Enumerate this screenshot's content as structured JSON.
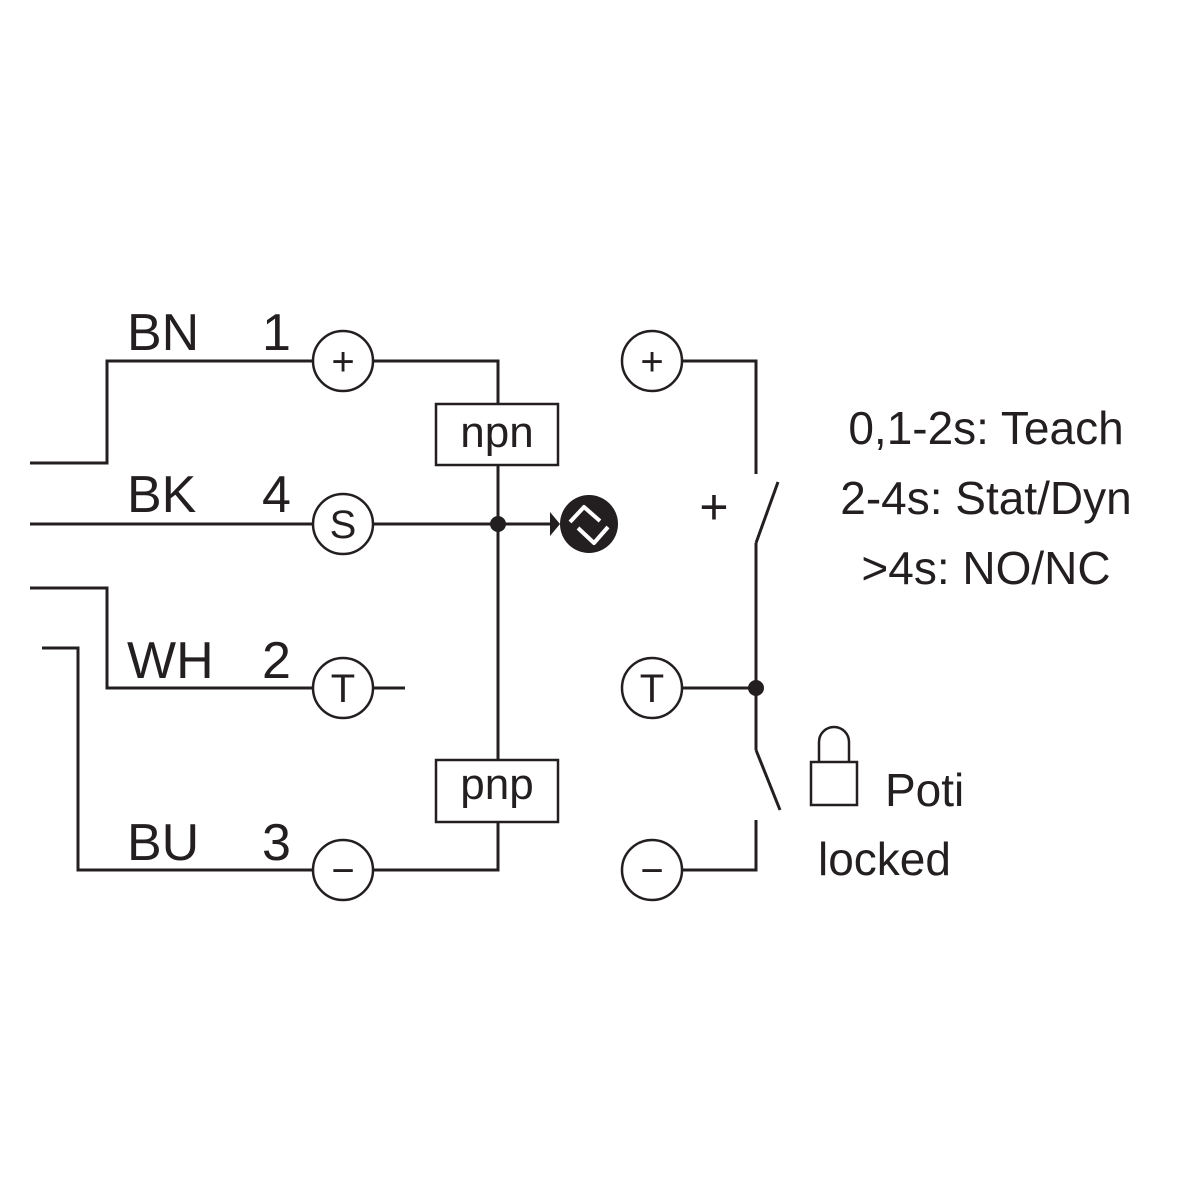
{
  "wires": [
    {
      "color": "BN",
      "pin": "1",
      "terminal": "+"
    },
    {
      "color": "BK",
      "pin": "4",
      "terminal": "S"
    },
    {
      "color": "WH",
      "pin": "2",
      "terminal": "T"
    },
    {
      "color": "BU",
      "pin": "3",
      "terminal": "−"
    }
  ],
  "output_types": {
    "npn": "npn",
    "pnp": "pnp"
  },
  "right_terminals": {
    "plus": "+",
    "teach": "T",
    "minus": "−"
  },
  "switch_plus_label": "+",
  "teach_modes": [
    "0,1-2s: Teach",
    "2-4s: Stat/Dyn",
    ">4s: NO/NC"
  ],
  "poti_lines": [
    "Poti",
    "locked"
  ],
  "colors": {
    "line": "#231f20",
    "background": "#ffffff"
  },
  "icons": {
    "sensor": "sensor-icon",
    "lock": "padlock-icon"
  }
}
